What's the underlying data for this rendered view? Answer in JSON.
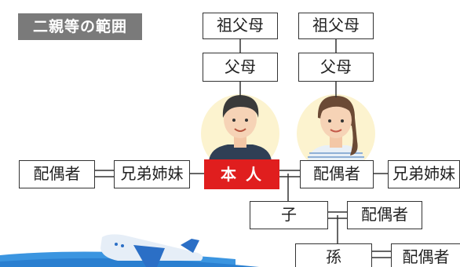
{
  "title": "二親等の範囲",
  "nodes": {
    "grandparents_self": "祖父母",
    "grandparents_spouse": "祖父母",
    "parents_self": "父母",
    "parents_spouse": "父母",
    "self": "本人",
    "spouse": "配偶者",
    "sibling_self": "兄弟姉妹",
    "sibling_spouse_of_sibling": "配偶者",
    "sibling_spouse": "兄弟姉妹",
    "child": "子",
    "child_spouse": "配偶者",
    "grandchild": "孫",
    "grandchild_spouse": "配偶者"
  },
  "colors": {
    "self_highlight": "#e01e1e",
    "title_bg": "#7a7a7a",
    "halo": "#fcf3cf"
  },
  "illustrations": [
    "man-avatar",
    "woman-avatar",
    "airplane"
  ]
}
